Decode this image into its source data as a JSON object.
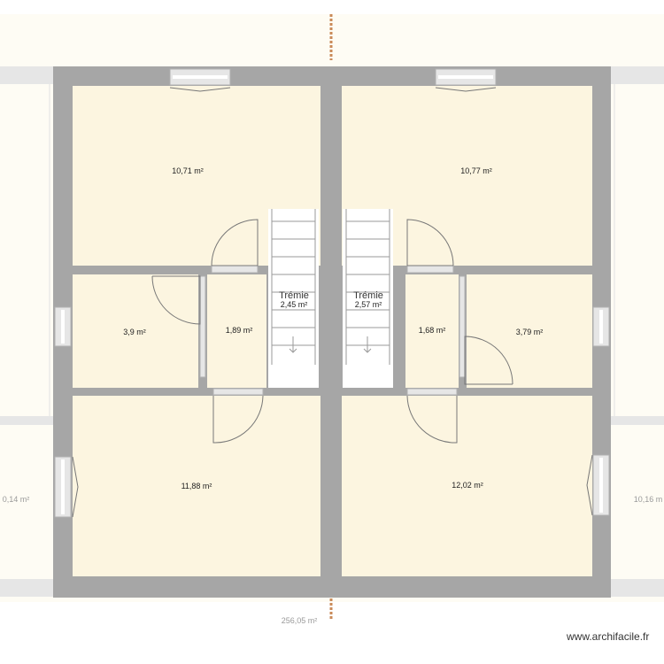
{
  "plan": {
    "colors": {
      "room": "#fcf5e0",
      "outside": "#fefcf4",
      "wall": "#a6a6a6",
      "window_frame": "#e6e6e6",
      "window_glass": "#ffffff",
      "door_line": "#777777",
      "stair_bg": "#ffffff",
      "stair_line": "#9a9a9a",
      "axis_line": "#c98a58",
      "label": "#222222",
      "label_faint": "#9a9a9a"
    },
    "rooms": [
      {
        "id": "room-top-left",
        "area": "10,71 m²"
      },
      {
        "id": "room-top-right",
        "area": "10,77 m²"
      },
      {
        "id": "room-small-left",
        "area": "3,9 m²"
      },
      {
        "id": "room-wc-left",
        "area": "1,89 m²"
      },
      {
        "id": "room-wc-right",
        "area": "1,68 m²"
      },
      {
        "id": "room-small-right",
        "area": "3,79 m²"
      },
      {
        "id": "room-bottom-left",
        "area": "11,88 m²"
      },
      {
        "id": "room-bottom-right",
        "area": "12,02 m²"
      },
      {
        "id": "outside-left",
        "area": "0,14 m²"
      },
      {
        "id": "outside-right",
        "area": "10,16 m"
      },
      {
        "id": "total",
        "area": "256,05 m²"
      }
    ],
    "stairwells": [
      {
        "id": "stairwell-left",
        "label": "Trémie",
        "area": "2,45 m²"
      },
      {
        "id": "stairwell-right",
        "label": "Trémie",
        "area": "2,57 m²"
      }
    ],
    "watermark": "www.archifacile.fr"
  }
}
